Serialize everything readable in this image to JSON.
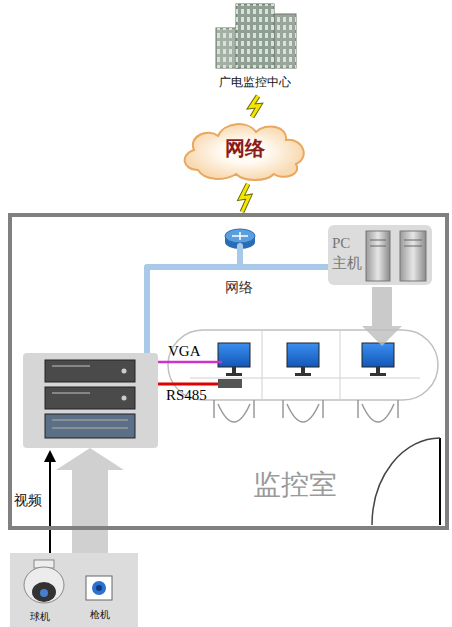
{
  "diagram": {
    "nodes": [
      {
        "text": [
          "广电监控中心"
        ]
      },
      {
        "text": [
          "网络"
        ]
      },
      {
        "text": [
          "监控室"
        ]
      },
      {
        "text": [
          "PC 主机"
        ],
        "in": 2
      },
      {
        "text": [
          "球机",
          "枪机"
        ]
      }
    ],
    "edges": [
      {
        "from": 0,
        "to": 1,
        "arrow": "none"
      },
      {
        "from": 1,
        "to": 2,
        "arrow": "none"
      }
    ],
    "labels": [
      "网络",
      "VGA",
      "RS485",
      "视频"
    ]
  }
}
